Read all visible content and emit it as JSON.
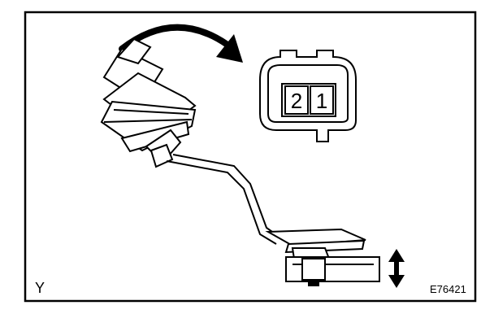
{
  "connector": {
    "terminal_left": "2",
    "terminal_right": "1"
  },
  "labels": {
    "view_letter": "Y",
    "illustration_code": "E76421"
  },
  "icons": {
    "rotation": "curved-arrow-icon",
    "motion": "double-vertical-arrow-icon"
  },
  "colors": {
    "ink": "#000000",
    "paper": "#ffffff"
  }
}
